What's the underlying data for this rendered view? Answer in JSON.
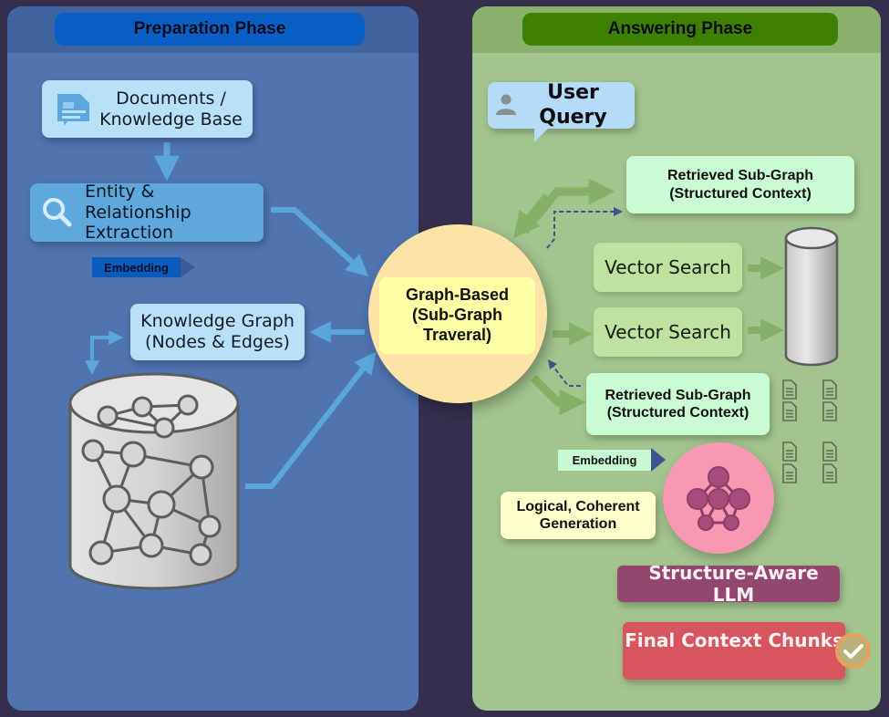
{
  "preparation": {
    "title": "Preparation Phase",
    "documents_label": [
      "Documents /",
      "Knowledge Base"
    ],
    "extraction_label": [
      "Entity & Relationship",
      "Extraction"
    ],
    "embedding_label": "Embedding",
    "knowledge_graph_label": [
      "Knowledge Graph",
      "(Nodes & Edges)"
    ]
  },
  "center": {
    "label": [
      "Graph-Based",
      "(Sub-Graph",
      "Traveral)"
    ]
  },
  "answering": {
    "title": "Answering Phase",
    "user_query_label": "User Query",
    "retrieved_top_label": [
      "Retrieved Sub-Graph",
      "(Structured Context)"
    ],
    "vector_search_1": "Vector Search",
    "vector_search_2": "Vector Search",
    "retrieved_bottom_label": [
      "Retrieved Sub-Graph",
      "(Structured Context)"
    ],
    "embedding_label": "Embedding",
    "generation_label": [
      "Logical, Coherent",
      "Generation"
    ],
    "llm_label": "Structure-Aware LLM",
    "final_label": "Final Context Chunks"
  },
  "icons": {
    "documents": "document-icon",
    "search": "search-icon",
    "user": "user-icon",
    "graph_db": "graph-database-icon",
    "vector_db": "vector-database-icon",
    "llm_graph": "network-graph-icon",
    "file": "file-icon",
    "check": "check-icon"
  },
  "colors": {
    "prep_panel": "#4f74b0",
    "prep_title_bg": "#0a5fc7",
    "ans_panel": "#a3c48e",
    "ans_title_bg": "#3e8000",
    "center_circle": "#fde4a6",
    "llm_box": "#92476e",
    "final_box": "#d6555e",
    "check_ring": "#eaa05c"
  }
}
